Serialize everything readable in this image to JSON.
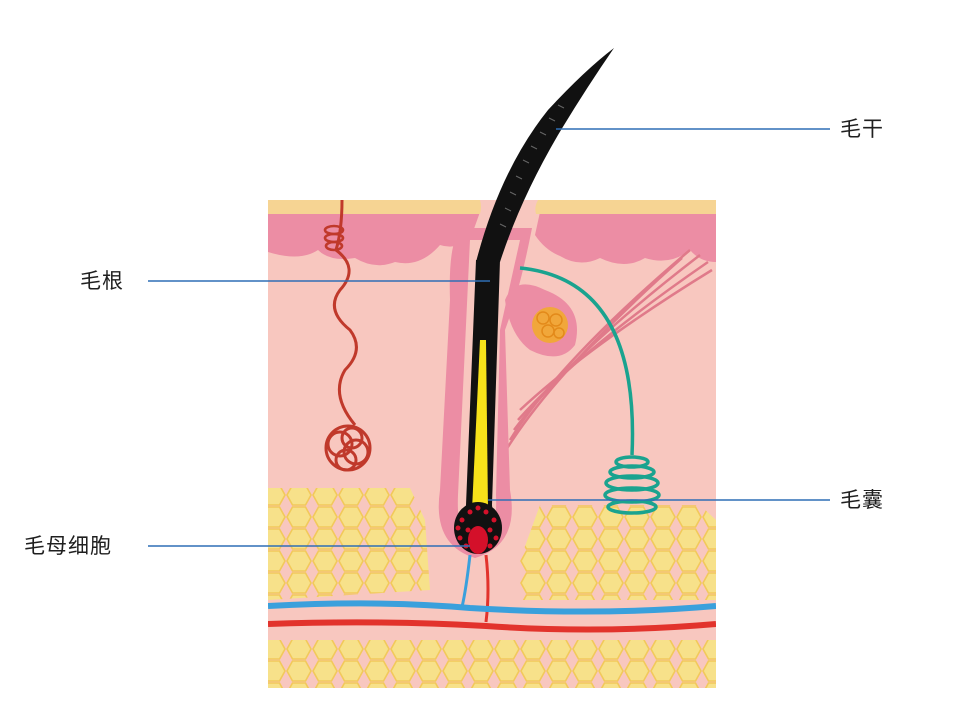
{
  "labels": {
    "hair_shaft": "毛干",
    "hair_root": "毛根",
    "hair_follicle": "毛囊",
    "hair_matrix_cells": "毛母细胞"
  },
  "colors": {
    "epidermis_top": "#f6d493",
    "epidermis": "#ec8da4",
    "dermis": "#f8c7bf",
    "fat": "#f7e18a",
    "fat_stroke": "#f2c95a",
    "hair": "#111111",
    "hair_core": "#f7e21a",
    "papilla": "#d4102a",
    "sweat_gland": "#c0392b",
    "sebaceous_gland": "#f1a73a",
    "nerve": "#1aa38f",
    "muscle": "#e07a8a",
    "vein": "#3aa0dc",
    "artery": "#e2332c",
    "leader_line": "#2f6fb5"
  }
}
